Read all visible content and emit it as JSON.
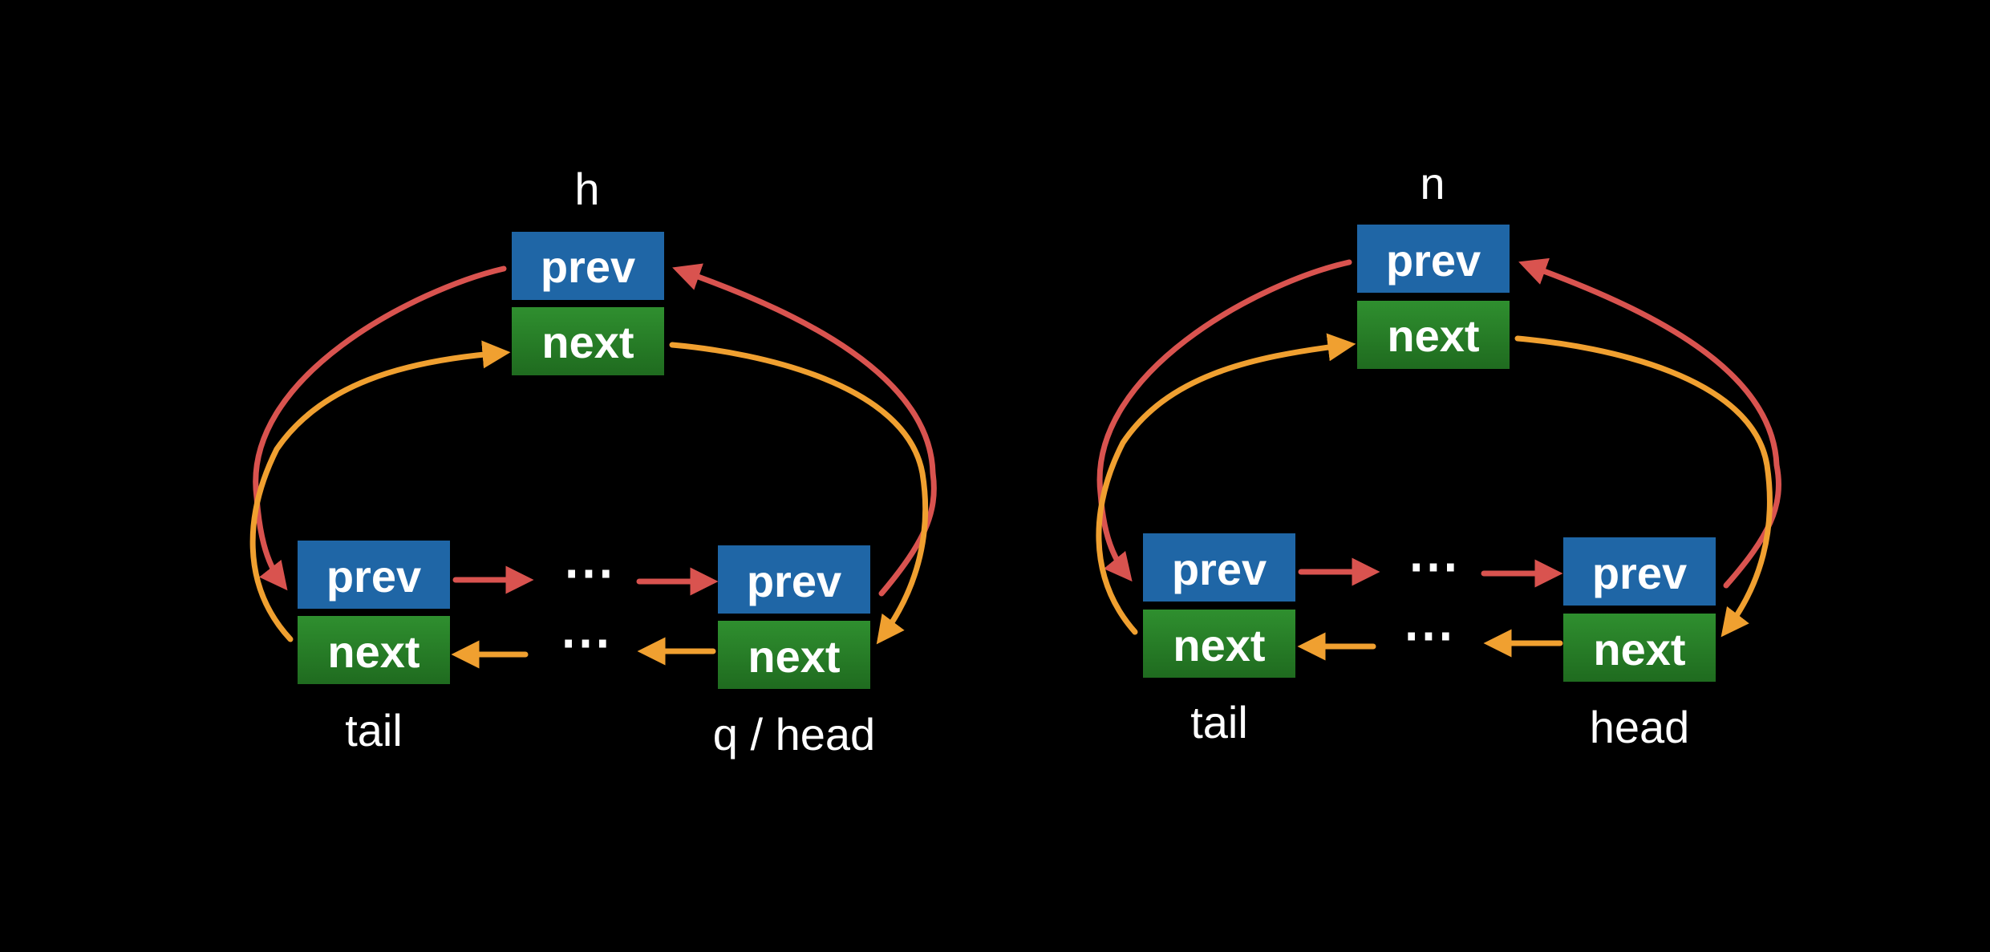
{
  "colors": {
    "background": "#000000",
    "prev_box": "#1f66a6",
    "next_box_top": "#2f8f2f",
    "next_box_bottom": "#1f6b1f",
    "prev_pointer": "#d9534f",
    "next_pointer": "#f0a030",
    "text": "#ffffff"
  },
  "fields": {
    "prev": "prev",
    "next": "next"
  },
  "ellipsis": "⋯",
  "left_panel": {
    "top_node_label": "h",
    "tail_label": "tail",
    "head_label": "q / head"
  },
  "right_panel": {
    "top_node_label": "n",
    "tail_label": "tail",
    "head_label": "head"
  }
}
